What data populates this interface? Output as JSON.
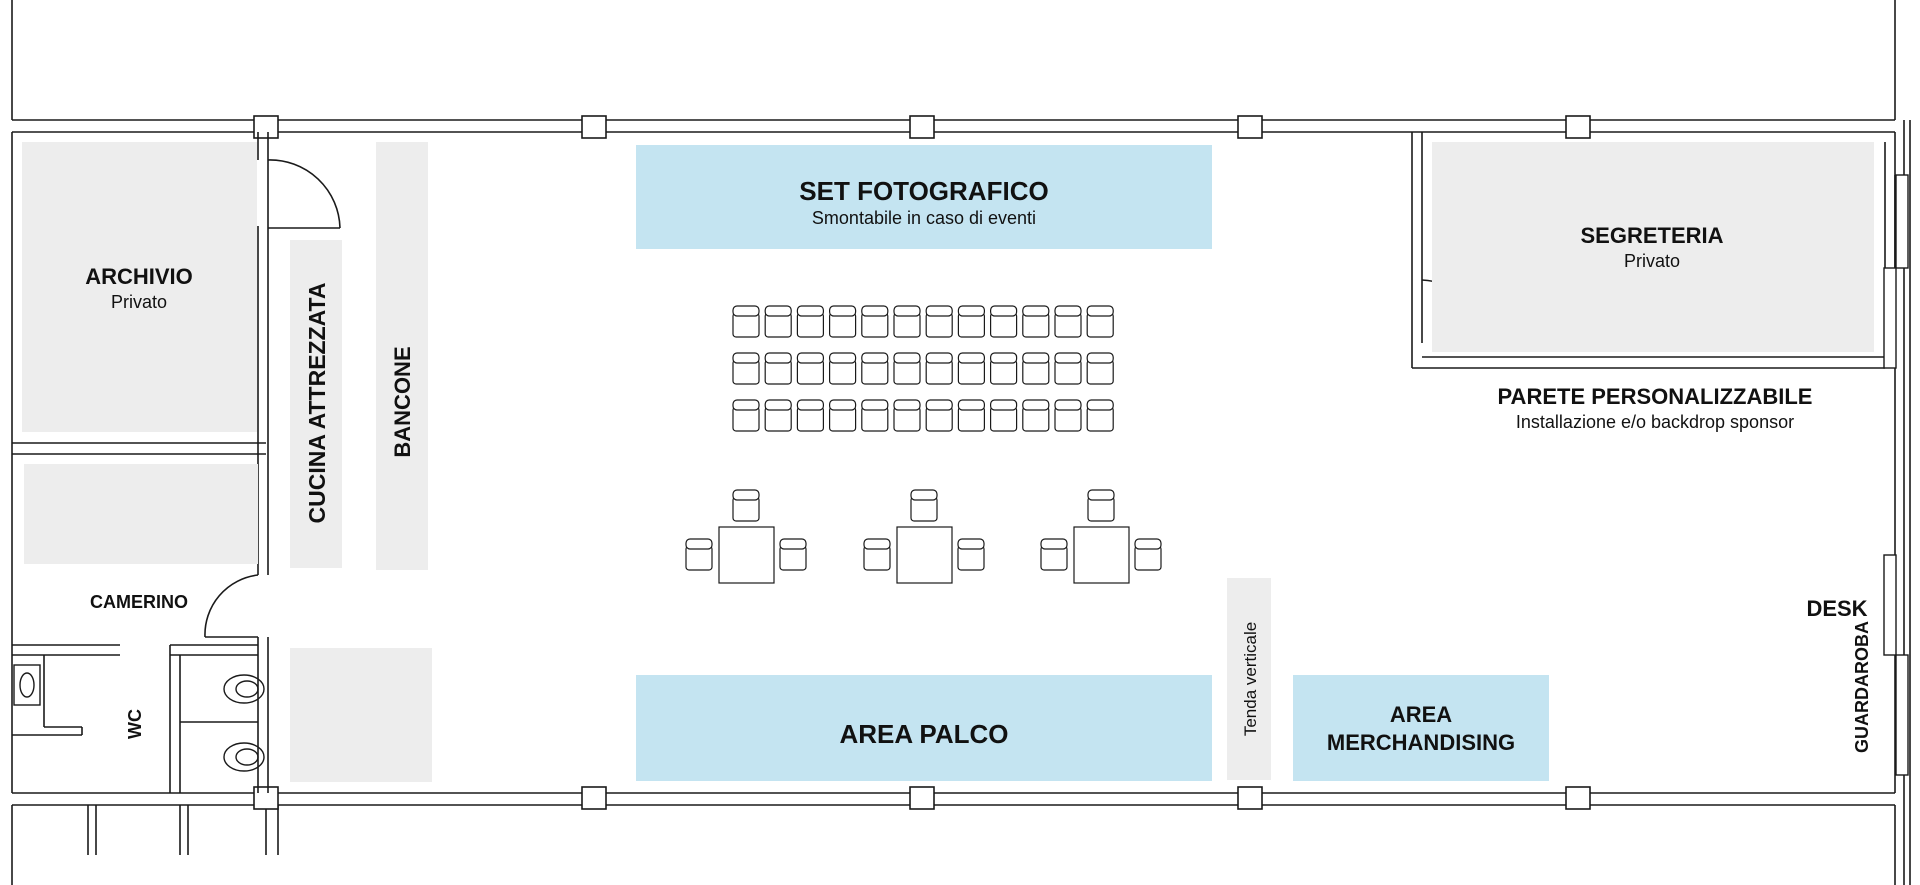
{
  "colors": {
    "wall": "#1a1a1a",
    "room_grey": "#ededed",
    "zone_blue": "#c4e4f1",
    "background": "#ffffff",
    "text": "#111111"
  },
  "rooms": {
    "archivio": {
      "title": "ARCHIVIO",
      "subtitle": "Privato"
    },
    "camerino": {
      "title": "CAMERINO"
    },
    "wc": {
      "title": "WC"
    },
    "cucina": {
      "title": "CUCINA ATTREZZATA"
    },
    "bancone": {
      "title": "BANCONE"
    },
    "segreteria": {
      "title": "SEGRETERIA",
      "subtitle": "Privato"
    }
  },
  "zones": {
    "set_fotografico": {
      "title": "SET FOTOGRAFICO",
      "subtitle": "Smontabile in caso di eventi"
    },
    "area_palco": {
      "title": "AREA PALCO"
    },
    "tenda": {
      "title": "Tenda verticale"
    },
    "merchandising": {
      "title_line1": "AREA",
      "title_line2": "MERCHANDISING"
    },
    "parete": {
      "title": "PARETE PERSONALIZZABILE",
      "subtitle": "Installazione e/o backdrop sponsor"
    },
    "desk": {
      "title": "DESK"
    },
    "guardaroba": {
      "title": "GUARDAROBA"
    }
  },
  "seating": {
    "rows": 3,
    "chairs_per_row": 12,
    "tables": 3
  }
}
